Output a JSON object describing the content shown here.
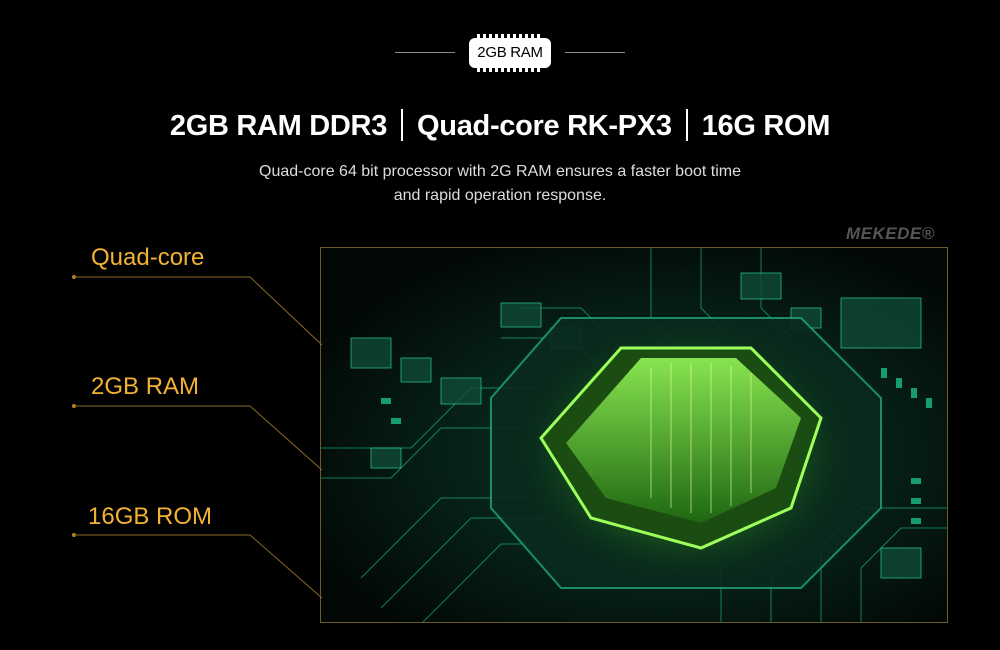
{
  "badge": {
    "label": "2GB RAM"
  },
  "headline": {
    "part1": "2GB RAM DDR3",
    "part2": "Quad-core RK-PX3",
    "part3": "16G ROM"
  },
  "description": {
    "line1": "Quad-core 64 bit processor with 2G RAM ensures a faster boot time",
    "line2": "and rapid operation response."
  },
  "specs": [
    {
      "label": "Quad-core"
    },
    {
      "label": "2GB RAM"
    },
    {
      "label": "16GB ROM"
    }
  ],
  "logo": {
    "text": "MEKEDE®"
  },
  "colors": {
    "accent": "#f2b233",
    "background": "#000000",
    "chip_glow": "#7dff3a",
    "circuit": "#1fd39a"
  }
}
